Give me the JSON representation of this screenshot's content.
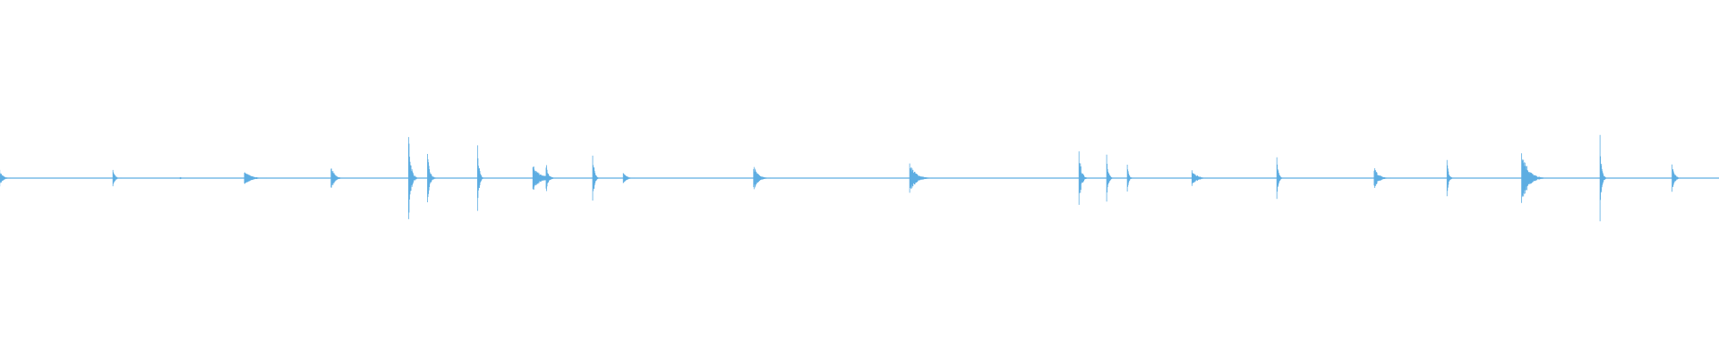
{
  "waveform": {
    "color": "#5dade2",
    "baseline_level": 0.006,
    "peaks": [
      {
        "t": 0.0,
        "amp": 0.06,
        "dur": 0.004
      },
      {
        "t": 0.066,
        "amp": 0.05,
        "dur": 0.003
      },
      {
        "t": 0.105,
        "amp": 0.01,
        "dur": 0.002
      },
      {
        "t": 0.143,
        "amp": 0.05,
        "dur": 0.008
      },
      {
        "t": 0.193,
        "amp": 0.1,
        "dur": 0.004
      },
      {
        "t": 0.238,
        "amp": 0.3,
        "dur": 0.003
      },
      {
        "t": 0.249,
        "amp": 0.15,
        "dur": 0.003
      },
      {
        "t": 0.278,
        "amp": 0.22,
        "dur": 0.002
      },
      {
        "t": 0.311,
        "amp": 0.08,
        "dur": 0.01
      },
      {
        "t": 0.318,
        "amp": 0.1,
        "dur": 0.003
      },
      {
        "t": 0.345,
        "amp": 0.18,
        "dur": 0.002
      },
      {
        "t": 0.363,
        "amp": 0.04,
        "dur": 0.004
      },
      {
        "t": 0.439,
        "amp": 0.08,
        "dur": 0.006
      },
      {
        "t": 0.53,
        "amp": 0.1,
        "dur": 0.008
      },
      {
        "t": 0.628,
        "amp": 0.18,
        "dur": 0.003
      },
      {
        "t": 0.644,
        "amp": 0.18,
        "dur": 0.002
      },
      {
        "t": 0.656,
        "amp": 0.08,
        "dur": 0.002
      },
      {
        "t": 0.694,
        "amp": 0.06,
        "dur": 0.006
      },
      {
        "t": 0.743,
        "amp": 0.13,
        "dur": 0.002
      },
      {
        "t": 0.8,
        "amp": 0.07,
        "dur": 0.006
      },
      {
        "t": 0.842,
        "amp": 0.13,
        "dur": 0.002
      },
      {
        "t": 0.886,
        "amp": 0.2,
        "dur": 0.008
      },
      {
        "t": 0.931,
        "amp": 0.26,
        "dur": 0.002
      },
      {
        "t": 0.973,
        "amp": 0.1,
        "dur": 0.003
      }
    ]
  }
}
